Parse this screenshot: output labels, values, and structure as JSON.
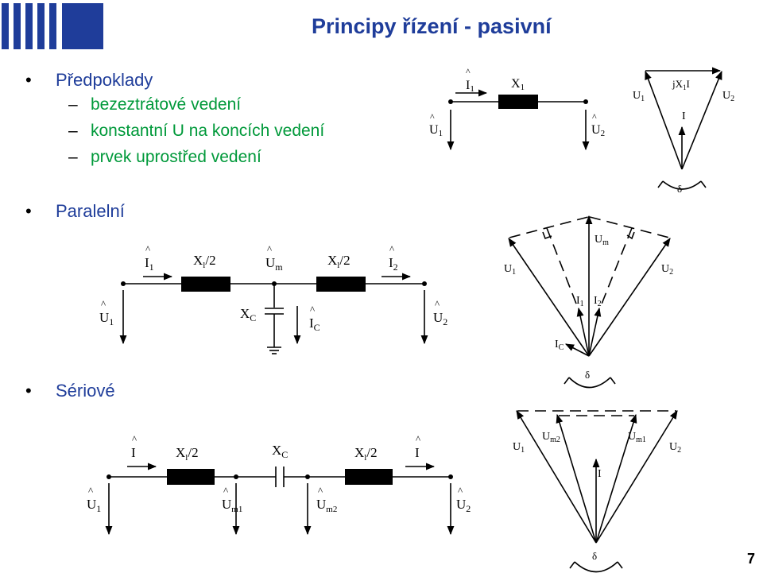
{
  "title": "Principy řízení - pasivní",
  "bullets": {
    "b1": "Předpoklady",
    "b1_subs": [
      "bezeztrátové vedení",
      "konstantní U na koncích vedení",
      "prvek uprostřed vedení"
    ],
    "b2": "Paralelní",
    "b3": "Sériové"
  },
  "page_number": "7",
  "colors": {
    "title": "#1f3d9a",
    "subbullet": "#00993a",
    "logo": "#1f3d9a"
  },
  "diagrams": {
    "top_circuit": {
      "current": "I",
      "current_sub": "1",
      "reactance": "X",
      "reactance_sub": "1",
      "u1": "U",
      "u1_sub": "1",
      "u2": "U",
      "u2_sub": "2"
    },
    "top_phasor": {
      "u1": "U",
      "u1_sub": "1",
      "u2": "U",
      "u2_sub": "2",
      "drop": "jX",
      "drop_sub": "1",
      "drop_tail": "I",
      "current": "I",
      "angle": "δ"
    },
    "par_circuit": {
      "i1": "I",
      "i1_sub": "1",
      "x_left": "X",
      "x_left_sub": "l",
      "x_left_tail": "/2",
      "um": "U",
      "um_sub": "m",
      "x_right": "X",
      "x_right_sub": "l",
      "x_right_tail": "/2",
      "i2": "I",
      "i2_sub": "2",
      "u1": "U",
      "u1_sub": "1",
      "xc": "X",
      "xc_sub": "C",
      "ic": "I",
      "ic_sub": "C",
      "u2": "U",
      "u2_sub": "2"
    },
    "par_phasor": {
      "u1": "U",
      "u1_sub": "1",
      "um": "U",
      "um_sub": "m",
      "u2": "U",
      "u2_sub": "2",
      "i1": "I",
      "i1_sub": "1",
      "i2": "I",
      "i2_sub": "2",
      "ic": "I",
      "ic_sub": "C",
      "angle": "δ"
    },
    "ser_circuit": {
      "i_left": "I",
      "x_left": "X",
      "x_left_sub": "l",
      "x_left_tail": "/2",
      "xc": "X",
      "xc_sub": "C",
      "x_right": "X",
      "x_right_sub": "l",
      "x_right_tail": "/2",
      "i_right": "I",
      "u1": "U",
      "u1_sub": "1",
      "um1": "U",
      "um1_sub": "m1",
      "um2": "U",
      "um2_sub": "m2",
      "u2": "U",
      "u2_sub": "2"
    },
    "ser_phasor": {
      "u1": "U",
      "u1_sub": "1",
      "um2": "U",
      "um2_sub": "m2",
      "um1": "U",
      "um1_sub": "m1",
      "u2": "U",
      "u2_sub": "2",
      "current": "I",
      "angle": "δ"
    }
  }
}
